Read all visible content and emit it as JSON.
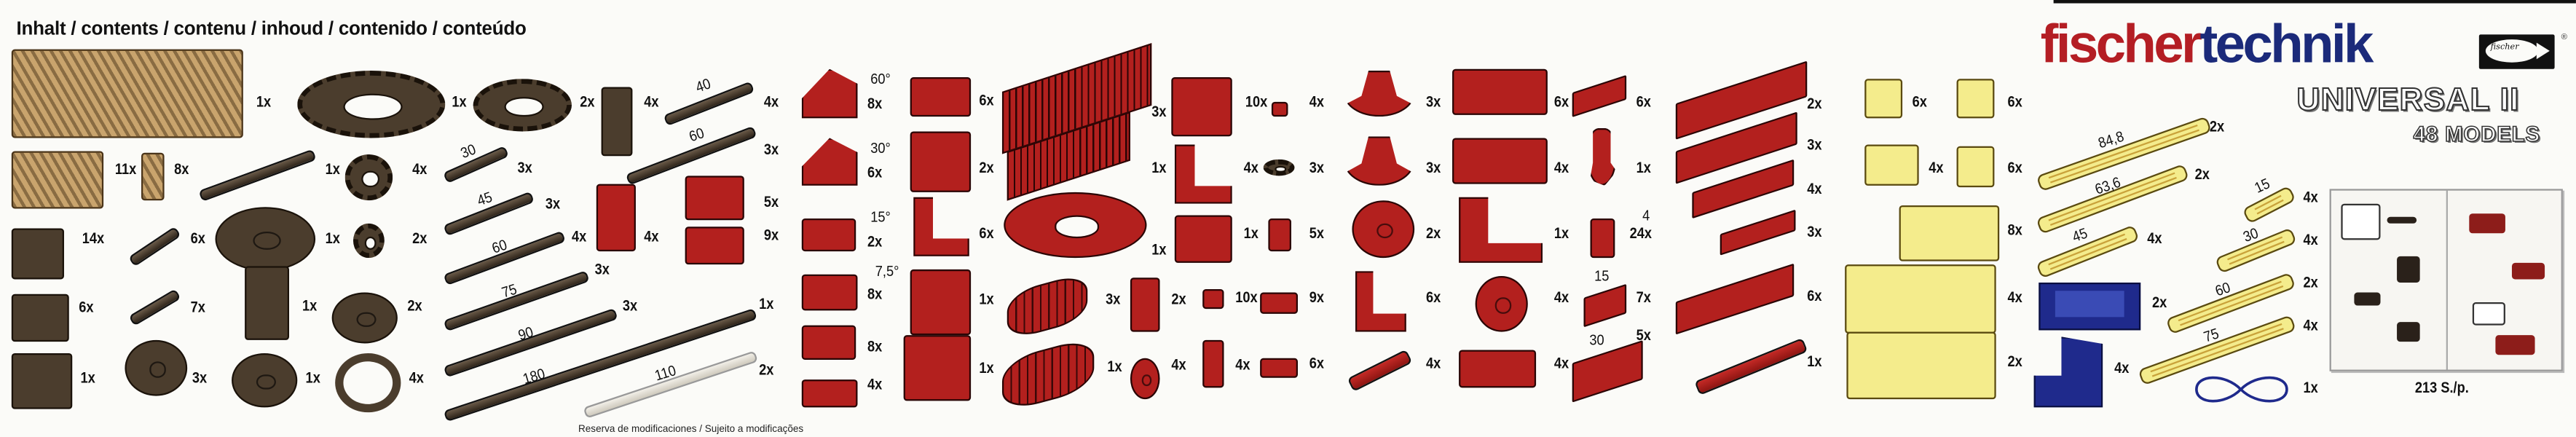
{
  "header": {
    "title": "Inhalt / contents / contenu / inhoud / contenido / conteúdo"
  },
  "brand": {
    "logo_part1": "fischer",
    "logo_part2": "technik",
    "emblem_text": "fischer",
    "registered": "®",
    "product": "UNIVERSAL II",
    "models": "48 MODELS",
    "colors": {
      "red": "#b41e24",
      "blue": "#1b2a7a"
    }
  },
  "manual": {
    "pages": "213 S./p."
  },
  "footer": {
    "notice": "Reserva de modificaciones / Sujeito a modificações"
  },
  "part_colors": {
    "tan": "#c9a46d",
    "dark": "#4b3d2d",
    "red": "#b3201e",
    "yellow": "#f4ec8c",
    "blue": "#1f2a8c",
    "white": "#e2ded4"
  },
  "parts": [
    {
      "qty": "1x",
      "size": "",
      "color": "tan",
      "icon": "gear-rack-icon"
    },
    {
      "qty": "1x",
      "size": "",
      "color": "dark",
      "icon": "large-gear-icon"
    },
    {
      "qty": "2x",
      "size": "",
      "color": "dark",
      "icon": "gear-icon"
    },
    {
      "qty": "4x",
      "size": "",
      "color": "dark",
      "icon": "bevel-shaft-icon"
    },
    {
      "qty": "4x",
      "size": "40",
      "color": "dark",
      "icon": "axle-icon"
    },
    {
      "qty": "3x",
      "size": "60",
      "color": "dark",
      "icon": "axle-icon"
    },
    {
      "qty": "11x",
      "size": "",
      "color": "tan",
      "icon": "building-block-icon"
    },
    {
      "qty": "8x",
      "size": "",
      "color": "tan",
      "icon": "pin-icon"
    },
    {
      "qty": "1x",
      "size": "",
      "color": "dark",
      "icon": "worm-shaft-icon"
    },
    {
      "qty": "4x",
      "size": "",
      "color": "dark",
      "icon": "bevel-gear-icon"
    },
    {
      "qty": "3x",
      "size": "30",
      "color": "dark",
      "icon": "axle-icon"
    },
    {
      "qty": "14x",
      "size": "",
      "color": "dark",
      "icon": "building-block-icon"
    },
    {
      "qty": "6x",
      "size": "",
      "color": "dark",
      "icon": "bushing-icon"
    },
    {
      "qty": "1x",
      "size": "",
      "color": "dark",
      "icon": "crank-assembly-icon"
    },
    {
      "qty": "2x",
      "size": "",
      "color": "dark",
      "icon": "bevel-gear-icon"
    },
    {
      "qty": "3x",
      "size": "45",
      "color": "dark",
      "icon": "axle-icon"
    },
    {
      "qty": "4x",
      "size": "60",
      "color": "dark",
      "icon": "axle-icon"
    },
    {
      "qty": "4x",
      "size": "",
      "color": "red",
      "icon": "post-icon"
    },
    {
      "qty": "5x",
      "size": "",
      "color": "red",
      "icon": "bearing-block-icon"
    },
    {
      "qty": "9x",
      "size": "",
      "color": "red",
      "icon": "bearing-block-icon"
    },
    {
      "qty": "6x",
      "size": "",
      "color": "dark",
      "icon": "building-block-icon"
    },
    {
      "qty": "7x",
      "size": "",
      "color": "dark",
      "icon": "bushing-icon"
    },
    {
      "qty": "1x",
      "size": "",
      "color": "dark",
      "icon": "connector-icon"
    },
    {
      "qty": "2x",
      "size": "",
      "color": "dark",
      "icon": "crank-icon"
    },
    {
      "qty": "3x",
      "size": "75",
      "color": "dark",
      "icon": "axle-icon"
    },
    {
      "qty": "3x",
      "size": "90",
      "color": "dark",
      "icon": "axle-icon"
    },
    {
      "qty": "1x",
      "size": "180",
      "color": "dark",
      "icon": "axle-icon"
    },
    {
      "qty": "1x",
      "size": "",
      "color": "dark",
      "icon": "building-block-icon"
    },
    {
      "qty": "3x",
      "size": "",
      "color": "dark",
      "icon": "wheel-icon"
    },
    {
      "qty": "1x",
      "size": "",
      "color": "dark",
      "icon": "handwheel-icon"
    },
    {
      "qty": "4x",
      "size": "",
      "color": "dark",
      "icon": "tire-icon"
    },
    {
      "qty": "2x",
      "size": "110",
      "color": "white",
      "icon": "axle-icon"
    },
    {
      "qty": "8x",
      "size": "60°",
      "color": "red",
      "icon": "angle-block-icon"
    },
    {
      "qty": "6x",
      "size": "30°",
      "color": "red",
      "icon": "angle-block-icon"
    },
    {
      "qty": "2x",
      "size": "15°",
      "color": "red",
      "icon": "angle-block-icon"
    },
    {
      "qty": "8x",
      "size": "7,5°",
      "color": "red",
      "icon": "angle-block-icon"
    },
    {
      "qty": "8x",
      "size": "",
      "color": "red",
      "icon": "building-block-icon"
    },
    {
      "qty": "4x",
      "size": "",
      "color": "red",
      "icon": "building-block-icon"
    },
    {
      "qty": "6x",
      "size": "",
      "color": "red",
      "icon": "building-block-icon"
    },
    {
      "qty": "2x",
      "size": "",
      "color": "red",
      "icon": "building-block-icon"
    },
    {
      "qty": "6x",
      "size": "",
      "color": "red",
      "icon": "angle-bracket-icon"
    },
    {
      "qty": "1x",
      "size": "",
      "color": "red",
      "icon": "building-block-icon"
    },
    {
      "qty": "1x",
      "size": "",
      "color": "red",
      "icon": "cube-block-icon"
    },
    {
      "qty": "3x",
      "size": "",
      "color": "red",
      "icon": "rack-icon"
    },
    {
      "qty": "1x",
      "size": "",
      "color": "red",
      "icon": "rack-icon"
    },
    {
      "qty": "1x",
      "size": "",
      "color": "red",
      "icon": "turntable-icon"
    },
    {
      "qty": "3x",
      "size": "",
      "color": "red",
      "icon": "worm-icon"
    },
    {
      "qty": "1x",
      "size": "",
      "color": "red",
      "icon": "worm-icon"
    },
    {
      "qty": "10x",
      "size": "",
      "color": "red",
      "icon": "building-block-icon"
    },
    {
      "qty": "4x",
      "size": "",
      "color": "red",
      "icon": "spacer-icon"
    },
    {
      "qty": "4x",
      "size": "",
      "color": "red",
      "icon": "angle-bracket-icon"
    },
    {
      "qty": "3x",
      "size": "",
      "color": "dark",
      "icon": "small-gear-icon"
    },
    {
      "qty": "1x",
      "size": "",
      "color": "red",
      "icon": "bearing-icon"
    },
    {
      "qty": "5x",
      "size": "",
      "color": "red",
      "icon": "connector-icon"
    },
    {
      "qty": "2x",
      "size": "",
      "color": "red",
      "icon": "cylinder-icon"
    },
    {
      "qty": "10x",
      "size": "",
      "color": "red",
      "icon": "clip-icon"
    },
    {
      "qty": "9x",
      "size": "",
      "color": "red",
      "icon": "connector-icon"
    },
    {
      "qty": "4x",
      "size": "",
      "color": "red",
      "icon": "disc-icon"
    },
    {
      "qty": "4x",
      "size": "",
      "color": "red",
      "icon": "post-icon"
    },
    {
      "qty": "6x",
      "size": "",
      "color": "red",
      "icon": "connector-icon"
    },
    {
      "qty": "3x",
      "size": "",
      "color": "red",
      "icon": "hub-cone-icon"
    },
    {
      "qty": "3x",
      "size": "",
      "color": "red",
      "icon": "hub-cone-icon"
    },
    {
      "qty": "2x",
      "size": "",
      "color": "red",
      "icon": "pulley-hub-icon"
    },
    {
      "qty": "6x",
      "size": "",
      "color": "red",
      "icon": "angle-bracket-icon"
    },
    {
      "qty": "4x",
      "size": "",
      "color": "red",
      "icon": "pin-icon"
    },
    {
      "qty": "6x",
      "size": "",
      "color": "red",
      "icon": "building-block-icon"
    },
    {
      "qty": "4x",
      "size": "",
      "color": "red",
      "icon": "building-block-icon"
    },
    {
      "qty": "1x",
      "size": "",
      "color": "red",
      "icon": "fork-bracket-icon"
    },
    {
      "qty": "4x",
      "size": "",
      "color": "red",
      "icon": "wheel-icon"
    },
    {
      "qty": "4x",
      "size": "",
      "color": "red",
      "icon": "building-block-icon"
    },
    {
      "qty": "6x",
      "size": "",
      "color": "red",
      "icon": "small-plate-icon"
    },
    {
      "qty": "1x",
      "size": "",
      "color": "red",
      "icon": "hook-icon"
    },
    {
      "qty": "24x",
      "size": "4",
      "color": "red",
      "icon": "peg-icon"
    },
    {
      "qty": "7x",
      "size": "15",
      "color": "red",
      "icon": "plate-icon"
    },
    {
      "qty": "5x",
      "size": "30",
      "color": "red",
      "icon": "plate-icon"
    },
    {
      "qty": "2x",
      "size": "",
      "color": "red",
      "icon": "base-plate-icon"
    },
    {
      "qty": "3x",
      "size": "",
      "color": "red",
      "icon": "base-plate-icon"
    },
    {
      "qty": "4x",
      "size": "",
      "color": "red",
      "icon": "base-plate-icon"
    },
    {
      "qty": "3x",
      "size": "",
      "color": "red",
      "icon": "base-plate-icon"
    },
    {
      "qty": "6x",
      "size": "",
      "color": "red",
      "icon": "base-plate-icon"
    },
    {
      "qty": "1x",
      "size": "",
      "color": "red",
      "icon": "rod-icon"
    },
    {
      "qty": "6x",
      "size": "",
      "color": "yellow",
      "icon": "frame-block-icon"
    },
    {
      "qty": "6x",
      "size": "",
      "color": "yellow",
      "icon": "frame-block-icon"
    },
    {
      "qty": "4x",
      "size": "",
      "color": "yellow",
      "icon": "frame-block-icon"
    },
    {
      "qty": "6x",
      "size": "",
      "color": "yellow",
      "icon": "frame-block-icon"
    },
    {
      "qty": "8x",
      "size": "",
      "color": "yellow",
      "icon": "panel-icon"
    },
    {
      "qty": "4x",
      "size": "",
      "color": "yellow",
      "icon": "panel-icon"
    },
    {
      "qty": "2x",
      "size": "",
      "color": "yellow",
      "icon": "panel-icon"
    },
    {
      "qty": "2x",
      "size": "84,8",
      "color": "yellow",
      "icon": "strut-icon"
    },
    {
      "qty": "2x",
      "size": "63,6",
      "color": "yellow",
      "icon": "strut-icon"
    },
    {
      "qty": "4x",
      "size": "45",
      "color": "yellow",
      "icon": "strut-icon"
    },
    {
      "qty": "2x",
      "size": "",
      "color": "blue",
      "icon": "tray-icon"
    },
    {
      "qty": "4x",
      "size": "",
      "color": "blue",
      "icon": "seat-icon"
    },
    {
      "qty": "4x",
      "size": "15",
      "color": "yellow",
      "icon": "strut-icon"
    },
    {
      "qty": "4x",
      "size": "30",
      "color": "yellow",
      "icon": "strut-icon"
    },
    {
      "qty": "2x",
      "size": "60",
      "color": "yellow",
      "icon": "strut-icon"
    },
    {
      "qty": "4x",
      "size": "75",
      "color": "yellow",
      "icon": "strut-icon"
    },
    {
      "qty": "1x",
      "size": "",
      "color": "blue",
      "icon": "rubber-band-icon"
    }
  ]
}
